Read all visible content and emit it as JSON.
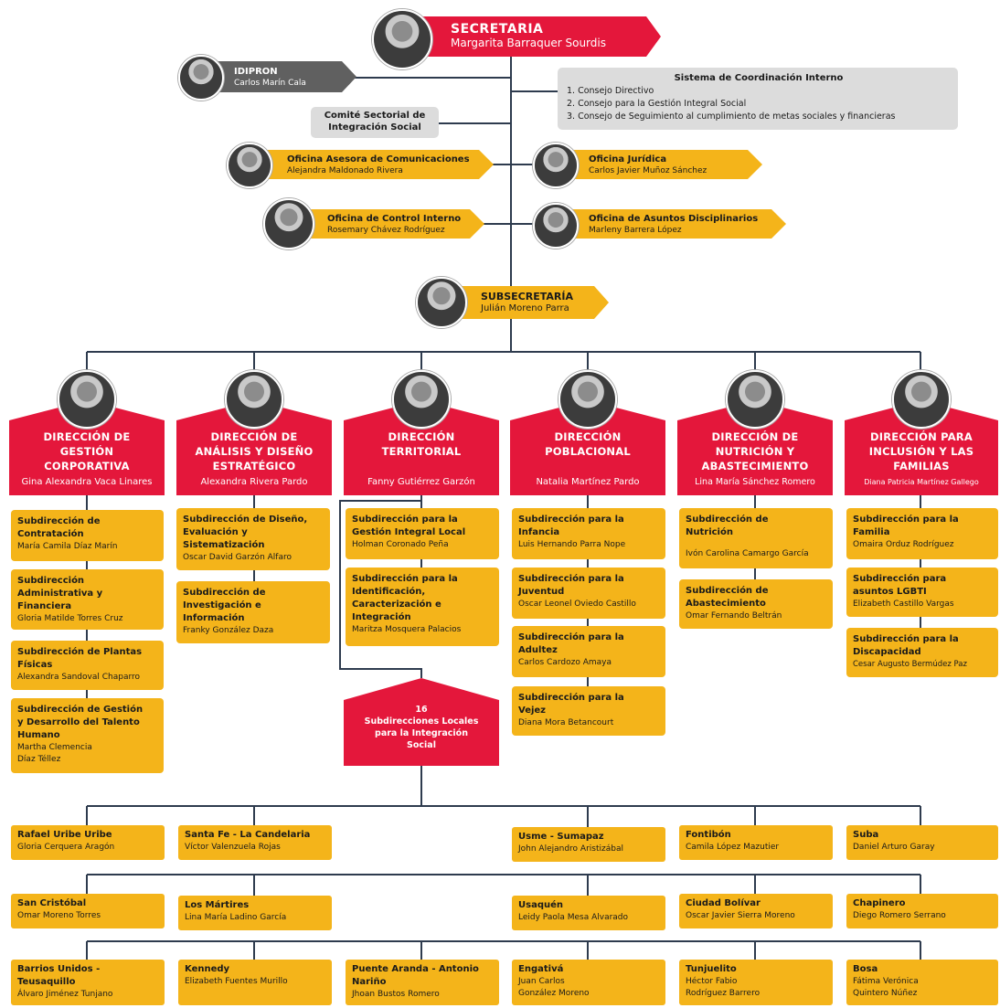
{
  "secretaria": {
    "title": "SECRETARIA",
    "name": "Margarita Barraquer Sourdis"
  },
  "idipron": {
    "title": "IDIPRON",
    "name": "Carlos Marín Cala"
  },
  "sistema": {
    "title": "Sistema de Coordinación Interno",
    "items": [
      "1. Consejo Directivo",
      "2. Consejo para la Gestión Integral Social",
      "3. Consejo de Seguimiento al cumplimiento de metas sociales y financieras"
    ]
  },
  "comite": {
    "line1": "Comité Sectorial de",
    "line2": "Integración Social"
  },
  "oficinas": {
    "comunicaciones": {
      "title": "Oficina Asesora de Comunicaciones",
      "name": "Alejandra Maldonado Rivera"
    },
    "juridica": {
      "title": "Oficina Jurídica",
      "name": "Carlos Javier Muñoz Sánchez"
    },
    "control": {
      "title": "Oficina de Control Interno",
      "name": "Rosemary Chávez Rodríguez"
    },
    "disciplinarios": {
      "title": "Oficina de Asuntos Disciplinarios",
      "name": "Marleny Barrera López"
    }
  },
  "subsecretaria": {
    "title": "SUBSECRETARÍA",
    "name": "Julián Moreno Parra"
  },
  "direcciones": [
    {
      "title": [
        "DIRECCIÓN DE",
        "GESTIÓN",
        "CORPORATIVA"
      ],
      "name": "Gina Alexandra Vaca Linares",
      "subs": [
        {
          "title": [
            "Subdirección de",
            "Contratación"
          ],
          "name": [
            "María Camila Díaz Marín"
          ]
        },
        {
          "title": [
            "Subdirección",
            "Administrativa y",
            "Financiera"
          ],
          "name": [
            "Gloria Matilde Torres Cruz"
          ]
        },
        {
          "title": [
            "Subdirección de Plantas",
            "Físicas"
          ],
          "name": [
            "Alexandra Sandoval Chaparro"
          ]
        },
        {
          "title": [
            "Subdirección de Gestión",
            "y Desarrollo del Talento",
            "Humano"
          ],
          "name": [
            "Martha Clemencia",
            "Díaz Téllez"
          ]
        }
      ]
    },
    {
      "title": [
        "DIRECCIÓN DE",
        "ANÁLISIS Y DISEÑO",
        "ESTRATÉGICO"
      ],
      "name": "Alexandra Rivera Pardo",
      "subs": [
        {
          "title": [
            "Subdirección de Diseño,",
            "Evaluación y",
            "Sistematización"
          ],
          "name": [
            "Oscar David Garzón Alfaro"
          ]
        },
        {
          "title": [
            "Subdirección de",
            "Investigación e",
            "Información"
          ],
          "name": [
            "Franky González Daza"
          ]
        }
      ]
    },
    {
      "title": [
        "DIRECCIÓN",
        "TERRITORIAL"
      ],
      "name": "Fanny Gutiérrez Garzón",
      "subs": [
        {
          "title": [
            "Subdirección para la",
            "Gestión Integral Local"
          ],
          "name": [
            "Holman Coronado Peña"
          ]
        },
        {
          "title": [
            "Subdirección para la",
            "Identificación,",
            "Caracterización e",
            "Integración"
          ],
          "name": [
            "Maritza Mosquera Palacios"
          ]
        }
      ]
    },
    {
      "title": [
        "DIRECCIÓN",
        "POBLACIONAL"
      ],
      "name": "Natalia Martínez Pardo",
      "subs": [
        {
          "title": [
            "Subdirección para la",
            "Infancia"
          ],
          "name": [
            "Luis Hernando Parra Nope"
          ]
        },
        {
          "title": [
            "Subdirección para la",
            "Juventud"
          ],
          "name": [
            "Oscar Leonel Oviedo Castillo"
          ]
        },
        {
          "title": [
            "Subdirección para la",
            "Adultez"
          ],
          "name": [
            "Carlos Cardozo Amaya"
          ]
        },
        {
          "title": [
            "Subdirección para la",
            "Vejez"
          ],
          "name": [
            "Diana Mora Betancourt"
          ]
        }
      ]
    },
    {
      "title": [
        "DIRECCIÓN DE",
        "NUTRICIÓN Y",
        "ABASTECIMIENTO"
      ],
      "name": "Lina María Sánchez Romero",
      "subs": [
        {
          "title": [
            "Subdirección de",
            "Nutrición"
          ],
          "name": [
            "Ivón Carolina Camargo García"
          ]
        },
        {
          "title": [
            "Subdirección de",
            "Abastecimiento"
          ],
          "name": [
            "Omar Fernando Beltrán"
          ]
        }
      ]
    },
    {
      "title": [
        "DIRECCIÓN PARA",
        "INCLUSIÓN Y LAS",
        "FAMILIAS"
      ],
      "name": "Diana Patricia Martínez Gallego",
      "subs": [
        {
          "title": [
            "Subdirección para la",
            "Familia"
          ],
          "name": [
            "Omaira Orduz Rodríguez"
          ]
        },
        {
          "title": [
            "Subdirección para",
            "asuntos LGBTI"
          ],
          "name": [
            "Elizabeth Castillo Vargas"
          ]
        },
        {
          "title": [
            "Subdirección para la",
            "Discapacidad"
          ],
          "name": [
            "Cesar Augusto Bermúdez Paz"
          ]
        }
      ]
    }
  ],
  "locales_header": [
    "16",
    "Subdirecciones Locales",
    "para la Integración",
    "Social"
  ],
  "locales": [
    {
      "title": [
        "Rafael Uribe Uribe"
      ],
      "name": [
        "Gloria Cerquera Aragón"
      ]
    },
    {
      "title": [
        "Santa Fe - La Candelaria"
      ],
      "name": [
        "Víctor Valenzuela Rojas"
      ]
    },
    {
      "title": [
        "Usme - Sumapaz"
      ],
      "name": [
        "John Alejandro Aristizábal"
      ]
    },
    {
      "title": [
        "Fontibón"
      ],
      "name": [
        "Camila López Mazutier"
      ]
    },
    {
      "title": [
        "Suba"
      ],
      "name": [
        "Daniel Arturo Garay"
      ]
    },
    {
      "title": [
        "San Cristóbal"
      ],
      "name": [
        "Omar Moreno Torres"
      ]
    },
    {
      "title": [
        "Los Mártires"
      ],
      "name": [
        "Lina María Ladino García"
      ]
    },
    {
      "title": [
        "Usaquén"
      ],
      "name": [
        "Leidy Paola Mesa Alvarado"
      ]
    },
    {
      "title": [
        "Ciudad Bolívar"
      ],
      "name": [
        "Oscar Javier Sierra Moreno"
      ]
    },
    {
      "title": [
        "Chapinero"
      ],
      "name": [
        "Diego Romero Serrano"
      ]
    },
    {
      "title": [
        "Barrios Unidos -",
        "Teusaquillo"
      ],
      "name": [
        "Álvaro Jiménez Tunjano"
      ]
    },
    {
      "title": [
        "Kennedy"
      ],
      "name": [
        "Elizabeth Fuentes Murillo"
      ]
    },
    {
      "title": [
        "Puente Aranda - Antonio",
        "Nariño"
      ],
      "name": [
        "Jhoan Bustos Romero"
      ]
    },
    {
      "title": [
        "Engativá"
      ],
      "name": [
        "Juan Carlos",
        "González Moreno"
      ]
    },
    {
      "title": [
        "Tunjuelito"
      ],
      "name": [
        "Héctor Fabio",
        "Rodríguez Barrero"
      ]
    },
    {
      "title": [
        "Bosa"
      ],
      "name": [
        "Fátima Verónica",
        "Quintero Núñez"
      ]
    }
  ],
  "colors": {
    "red": "#e4173b",
    "yellow": "#f4b41a",
    "grey": "#606060",
    "light_grey": "#dcdcdc",
    "line": "#2e3b4e"
  }
}
